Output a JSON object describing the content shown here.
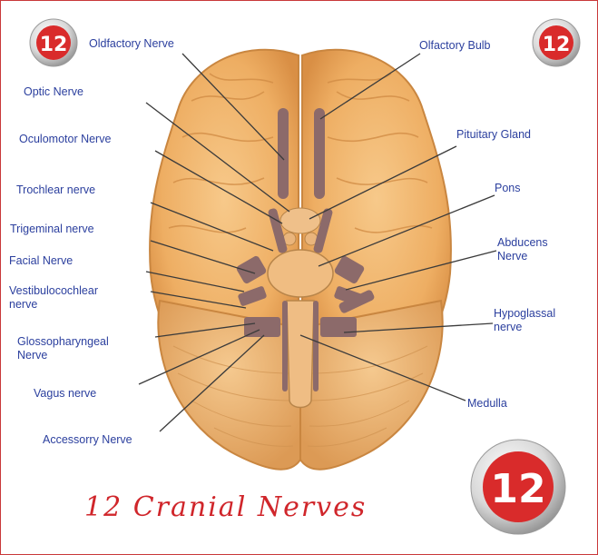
{
  "labels": {
    "olfactory_nerve": "Oldfactory Nerve",
    "optic_nerve": "Optic Nerve",
    "oculomotor_nerve": "Oculomotor Nerve",
    "trochlear_nerve": "Trochlear nerve",
    "trigeminal_nerve": "Trigeminal nerve",
    "facial_nerve": "Facial Nerve",
    "vestibulocochlear_nerve": "Vestibulocochlear nerve",
    "glossopharyngeal_nerve": "Glossopharyngeal Nerve",
    "vagus_nerve": "Vagus nerve",
    "accessory_nerve": "Accessorry Nerve",
    "olfactory_bulb": "Olfactory Bulb",
    "pituitary_gland": "Pituitary Gland",
    "pons": "Pons",
    "abducens_nerve": "Abducens Nerve",
    "hypoglossal_nerve": "Hypoglassal nerve",
    "medulla": "Medulla"
  },
  "title": "12 Cranial Nerves",
  "badge_number": "12",
  "colors": {
    "label_text": "#2b3f9e",
    "title_text": "#d0262b",
    "brain": "#f0b56a",
    "nerve": "#8c6a6a",
    "border": "#c9383a"
  }
}
